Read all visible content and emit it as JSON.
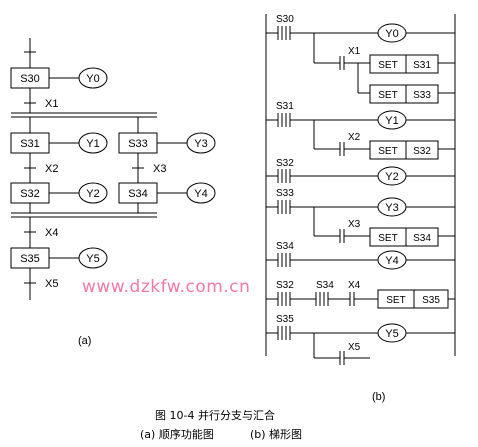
{
  "sfc": {
    "step_initial": "S30",
    "out_initial": "Y0",
    "x1": "X1",
    "step_b1a": "S31",
    "out_b1a": "Y1",
    "step_b2a": "S33",
    "out_b2a": "Y3",
    "x2": "X2",
    "x3": "X3",
    "step_b1b": "S32",
    "out_b1b": "Y2",
    "step_b2b": "S34",
    "out_b2b": "Y4",
    "x4": "X4",
    "step_final": "S35",
    "out_final": "Y5",
    "x5": "X5",
    "label": "(a)"
  },
  "ladder": {
    "r1_contact": "S30",
    "r1_coil": "Y0",
    "r1_x1": "X1",
    "set_label": "SET",
    "r1_set1": "S31",
    "r1_set2": "S33",
    "r2_contact": "S31",
    "r2_coil": "Y1",
    "r2_x": "X2",
    "r2_set": "S32",
    "r3_contact": "S32",
    "r3_coil": "Y2",
    "r4_contact": "S33",
    "r4_coil": "Y3",
    "r4_x": "X3",
    "r4_set": "S34",
    "r5_contact": "S34",
    "r5_coil": "Y4",
    "r6_c1": "S32",
    "r6_c2": "S34",
    "r6_c3": "X4",
    "r6_set": "S35",
    "r7_contact": "S35",
    "r7_coil": "Y5",
    "r7_x": "X5",
    "label": "(b)"
  },
  "watermark": "www.dzkfw.com.cn",
  "caption": {
    "title": "图 10-4   并行分支与汇合",
    "sub_a": "(a)  顺序功能图",
    "sub_b": "(b)  梯形图"
  }
}
